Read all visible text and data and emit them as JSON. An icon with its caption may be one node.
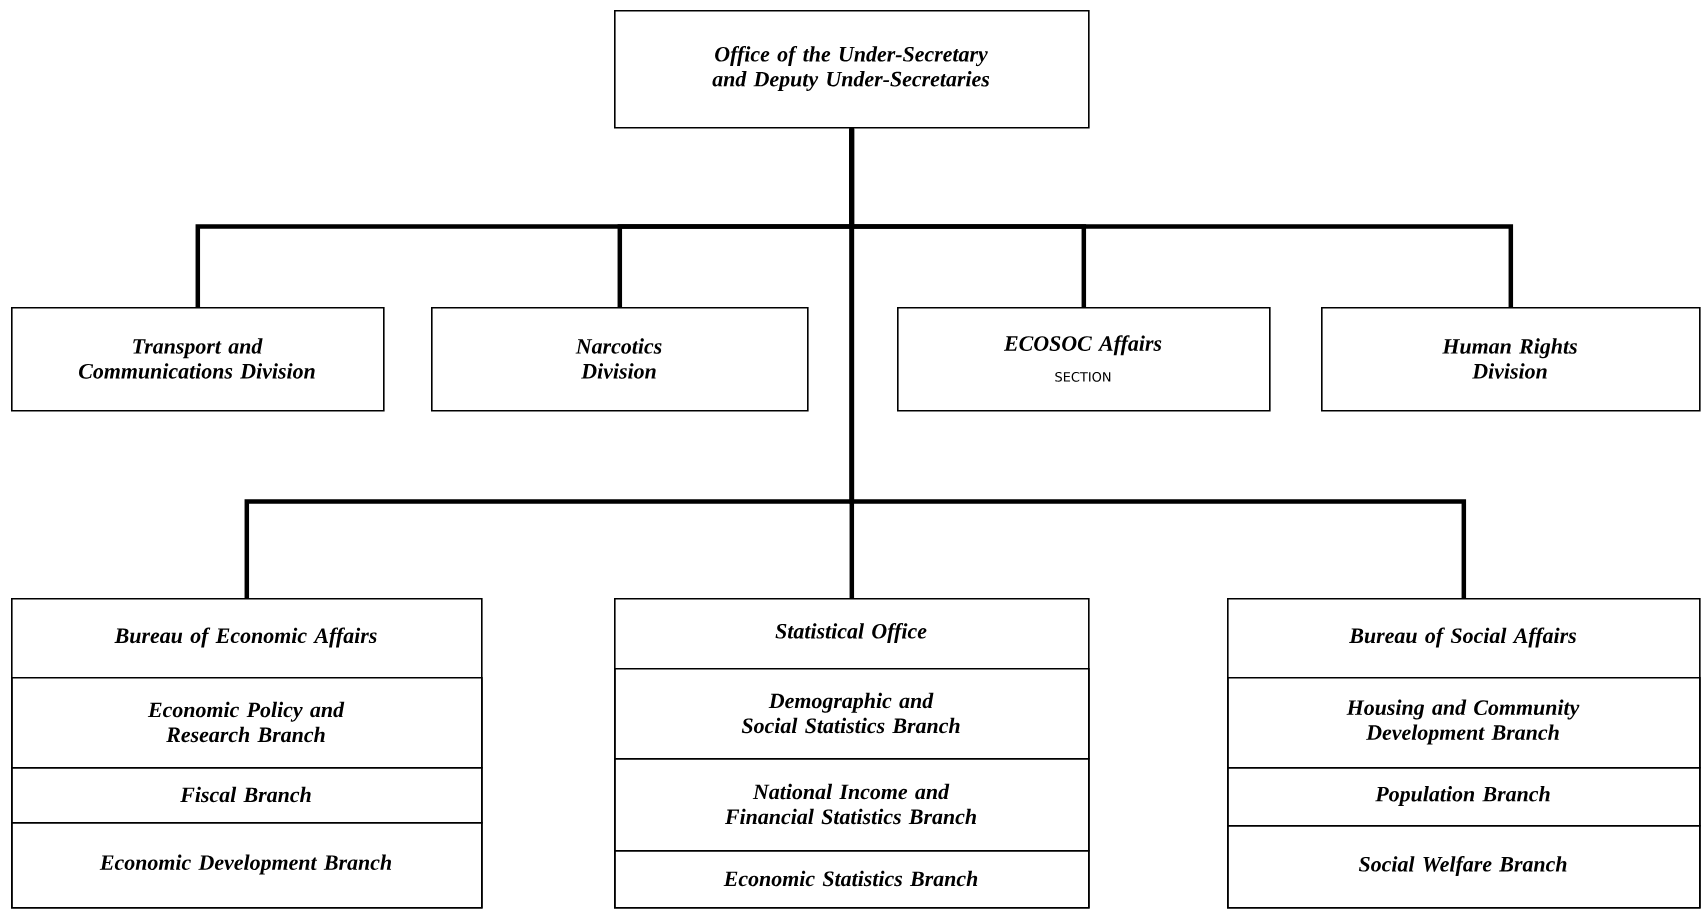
{
  "diagram": {
    "nodes": [
      {
        "text": [
          "Office of the Under-Secretary and Deputy Under-Secretaries"
        ]
      },
      {
        "text": [
          "Transport and Communications Division"
        ]
      },
      {
        "text": [
          "Narcotics Division"
        ]
      },
      {
        "text": [
          "ECOSOC Affairs",
          "SECTION"
        ]
      },
      {
        "text": [
          "Human Rights Division"
        ]
      },
      {
        "text": [
          "Bureau of Economic Affairs"
        ]
      },
      {
        "text": [
          "Economic Policy and Research Branch"
        ],
        "in": 5
      },
      {
        "text": [
          "Fiscal Branch"
        ],
        "in": 5
      },
      {
        "text": [
          "Economic Development Branch"
        ],
        "in": 5
      },
      {
        "text": [
          "Statistical Office"
        ]
      },
      {
        "text": [
          "Demographic and Social Statistics Branch"
        ],
        "in": 9
      },
      {
        "text": [
          "National Income and Financial Statistics Branch"
        ],
        "in": 9
      },
      {
        "text": [
          "Economic Statistics Branch"
        ],
        "in": 9
      },
      {
        "text": [
          "Bureau of Social Affairs"
        ]
      },
      {
        "text": [
          "Housing and Community Development Branch"
        ],
        "in": 13
      },
      {
        "text": [
          "Population Branch"
        ],
        "in": 13
      },
      {
        "text": [
          "Social Welfare Branch"
        ],
        "in": 13
      }
    ],
    "edges": [
      {
        "from": 0,
        "to": 1,
        "arrow": "none"
      },
      {
        "from": 0,
        "to": 2,
        "arrow": "none"
      },
      {
        "from": 0,
        "to": 3,
        "arrow": "none"
      },
      {
        "from": 0,
        "to": 4,
        "arrow": "none"
      },
      {
        "from": 0,
        "to": 5,
        "arrow": "none"
      },
      {
        "from": 0,
        "to": 9,
        "arrow": "none"
      },
      {
        "from": 0,
        "to": 13,
        "arrow": "none"
      }
    ]
  }
}
